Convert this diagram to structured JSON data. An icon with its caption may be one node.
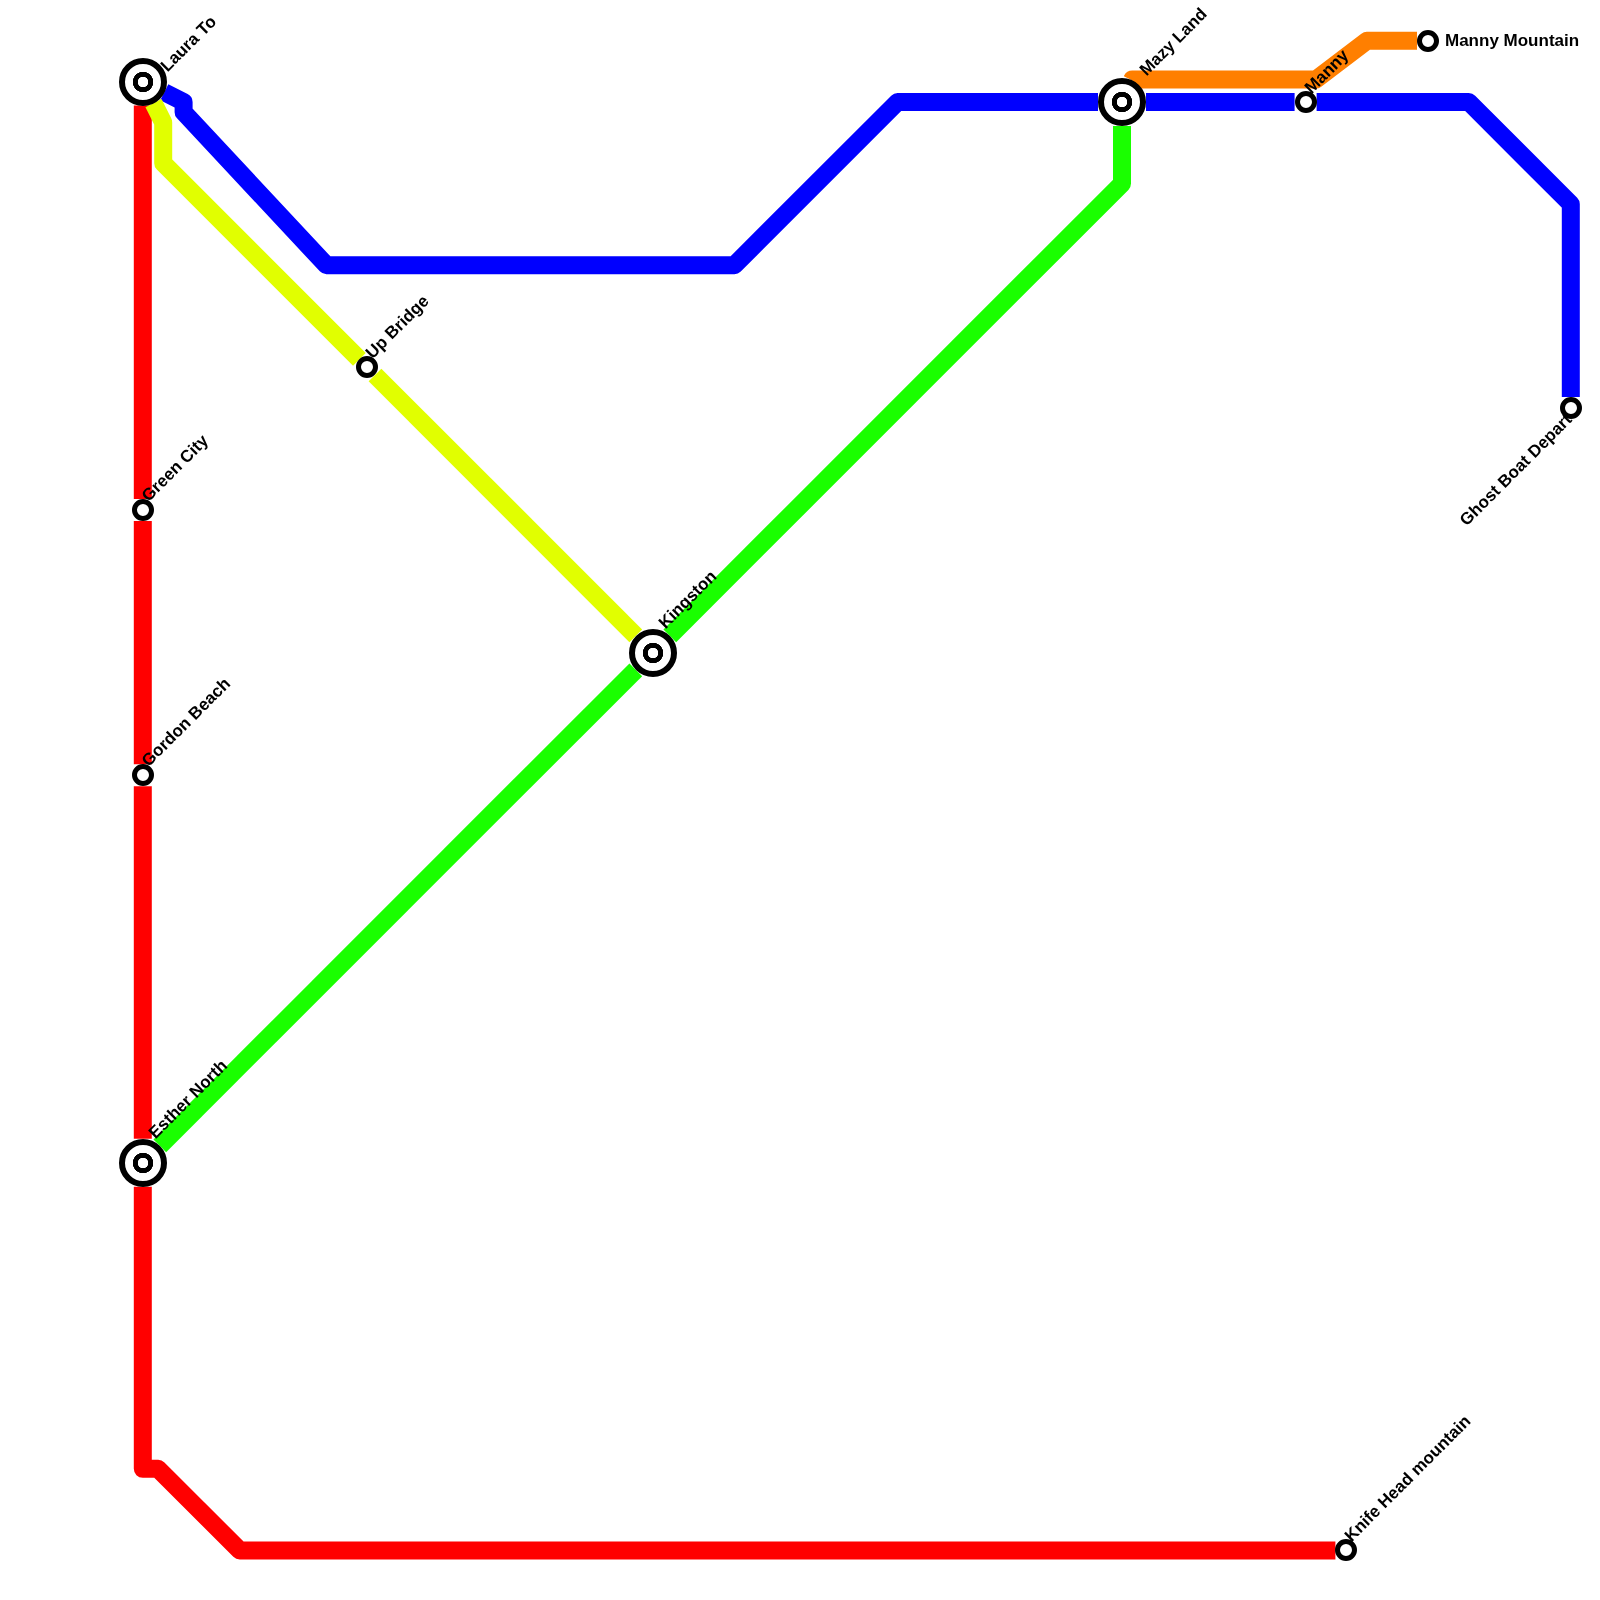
{
  "diagram": {
    "nodes": [
      {
        "text": [
          "Laura To"
        ]
      },
      {
        "text": [
          "Green City"
        ]
      },
      {
        "text": [
          "Gordon Beach"
        ]
      },
      {
        "text": [
          "Esther North"
        ]
      },
      {
        "text": [
          "Knife Head mountain"
        ]
      },
      {
        "text": [
          "Up Bridge"
        ]
      },
      {
        "text": [
          "Kingston"
        ]
      },
      {
        "text": [
          "Mazy Land"
        ]
      },
      {
        "text": [
          "Manny"
        ]
      },
      {
        "text": [
          "Manny Mountain"
        ]
      },
      {
        "text": [
          "Ghost Boat Depart"
        ]
      }
    ],
    "edges": [
      {
        "from": 0,
        "to": 1,
        "arrow": "none",
        "color": "#ff0000"
      },
      {
        "from": 1,
        "to": 2,
        "arrow": "none",
        "color": "#ff0000"
      },
      {
        "from": 2,
        "to": 3,
        "arrow": "none",
        "color": "#ff0000"
      },
      {
        "from": 3,
        "to": 4,
        "arrow": "none",
        "color": "#ff0000"
      },
      {
        "from": 0,
        "to": 7,
        "arrow": "none",
        "color": "#0000ff"
      },
      {
        "from": 7,
        "to": 8,
        "arrow": "none",
        "color": "#0000ff"
      },
      {
        "from": 8,
        "to": 10,
        "arrow": "none",
        "color": "#0000ff"
      },
      {
        "from": 0,
        "to": 5,
        "arrow": "none",
        "color": "#e1ff00"
      },
      {
        "from": 5,
        "to": 6,
        "arrow": "none",
        "color": "#e1ff00"
      },
      {
        "from": 3,
        "to": 6,
        "arrow": "none",
        "color": "#1aff00"
      },
      {
        "from": 6,
        "to": 7,
        "arrow": "none",
        "color": "#1aff00"
      },
      {
        "from": 7,
        "to": 9,
        "arrow": "none",
        "color": "#ff7f00"
      }
    ]
  }
}
